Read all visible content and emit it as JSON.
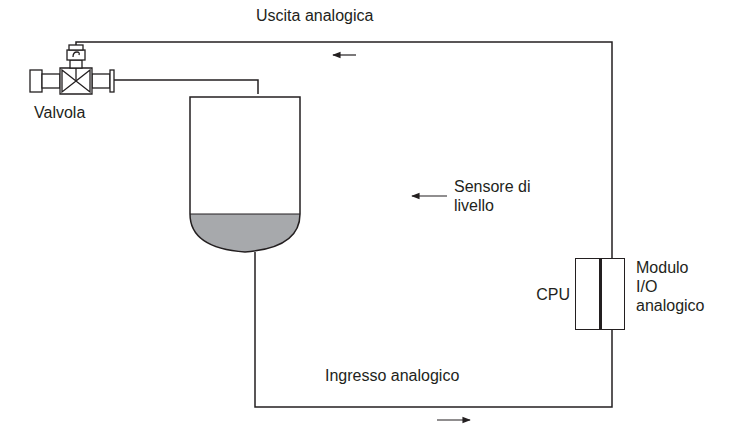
{
  "diagram": {
    "nodes": [
      {
        "text": [
          "CPU"
        ]
      },
      {
        "text": [
          "Modulo I/O analogico"
        ]
      }
    ],
    "labels": [
      "Uscita analogica",
      "Valvola",
      "Sensore di livello",
      "Ingresso analogico"
    ]
  }
}
